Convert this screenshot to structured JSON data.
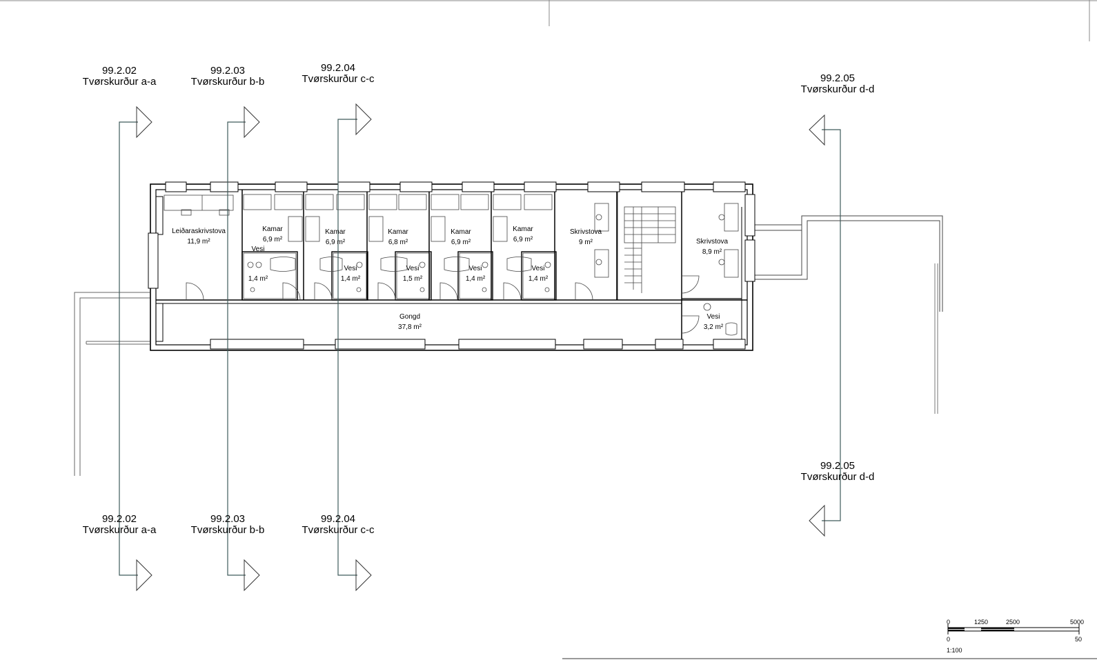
{
  "colors": {
    "section_line": "#3e5a5a",
    "wall": "#000000",
    "thin": "#555555",
    "background": "#ffffff"
  },
  "section_markers": {
    "a_top": {
      "number": "99.2.02",
      "title": "Tvørskurður a-a"
    },
    "b_top": {
      "number": "99.2.03",
      "title": "Tvørskurður b-b"
    },
    "c_top": {
      "number": "99.2.04",
      "title": "Tvørskurður c-c"
    },
    "d_top": {
      "number": "99.2.05",
      "title": "Tvørskurður d-d"
    },
    "a_bottom": {
      "number": "99.2.02",
      "title": "Tvørskurður a-a"
    },
    "b_bottom": {
      "number": "99.2.03",
      "title": "Tvørskurður b-b"
    },
    "c_bottom": {
      "number": "99.2.04",
      "title": "Tvørskurður c-c"
    },
    "d_bottom": {
      "number": "99.2.05",
      "title": "Tvørskurður d-d"
    }
  },
  "rooms": {
    "leidaraskrivstova": {
      "name": "Leiðaraskrivstova",
      "area": "11,9 m²"
    },
    "kamar_1": {
      "name": "Kamar",
      "area": "6,9 m²"
    },
    "kamar_2": {
      "name": "Kamar",
      "area": "6,9 m²"
    },
    "kamar_3": {
      "name": "Kamar",
      "area": "6,8 m²"
    },
    "kamar_4": {
      "name": "Kamar",
      "area": "6,9 m²"
    },
    "kamar_5": {
      "name": "Kamar",
      "area": "6,9 m²"
    },
    "vesi_1": {
      "name": "Vesi",
      "area": "1,4 m²"
    },
    "vesi_2": {
      "name": "Vesi",
      "area": "1,4 m²"
    },
    "vesi_3": {
      "name": "Vesi",
      "area": "1,5 m²"
    },
    "vesi_4": {
      "name": "Vesi",
      "area": "1,4 m²"
    },
    "vesi_5": {
      "name": "Vesi",
      "area": "1,4 m²"
    },
    "skrivstova_1": {
      "name": "Skrivstova",
      "area": "9 m²"
    },
    "skrivstova_2": {
      "name": "Skrivstova",
      "area": "8,9 m²"
    },
    "vesi_6": {
      "name": "Vesi",
      "area": "3,2 m²"
    },
    "gongd": {
      "name": "Gongd",
      "area": "37,8 m²"
    }
  },
  "scale_bar": {
    "top_ticks": [
      "0",
      "1250",
      "2500",
      "5000"
    ],
    "bottom_ticks": [
      "0",
      "50"
    ],
    "ratio": "1:100"
  }
}
